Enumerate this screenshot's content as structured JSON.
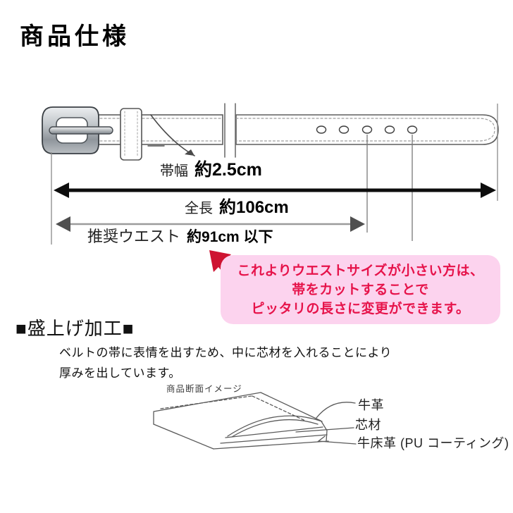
{
  "page": {
    "title": "商品仕様"
  },
  "belt_diagram": {
    "band_width_label": "帯幅",
    "band_width_value": "約2.5cm",
    "total_length_label": "全長",
    "total_length_value": "約106cm",
    "waist_label": "推奨ウエスト",
    "waist_value": "約91cm 以下",
    "hole_count": 5
  },
  "notice": {
    "lines": [
      "これよりウエストサイズが小さい方は、",
      "帯をカットすることで",
      "ピッタリの長さに変更ができます。"
    ]
  },
  "process_section": {
    "heading": "■盛上げ加工■",
    "description_lines": [
      "ベルトの帯に表情を出すため、中に芯材を入れることにより",
      "厚みを出しています。"
    ]
  },
  "cross_section": {
    "caption": "商品断面イメージ",
    "layers": [
      "牛革",
      "芯材",
      "牛床革 (PU コーティング)"
    ]
  },
  "colors": {
    "ink": "#111111",
    "accent-red": "#ce1331",
    "notice-bg": "#fcd3ee",
    "notice-text": "#e6134a",
    "line-gray": "#828282"
  }
}
